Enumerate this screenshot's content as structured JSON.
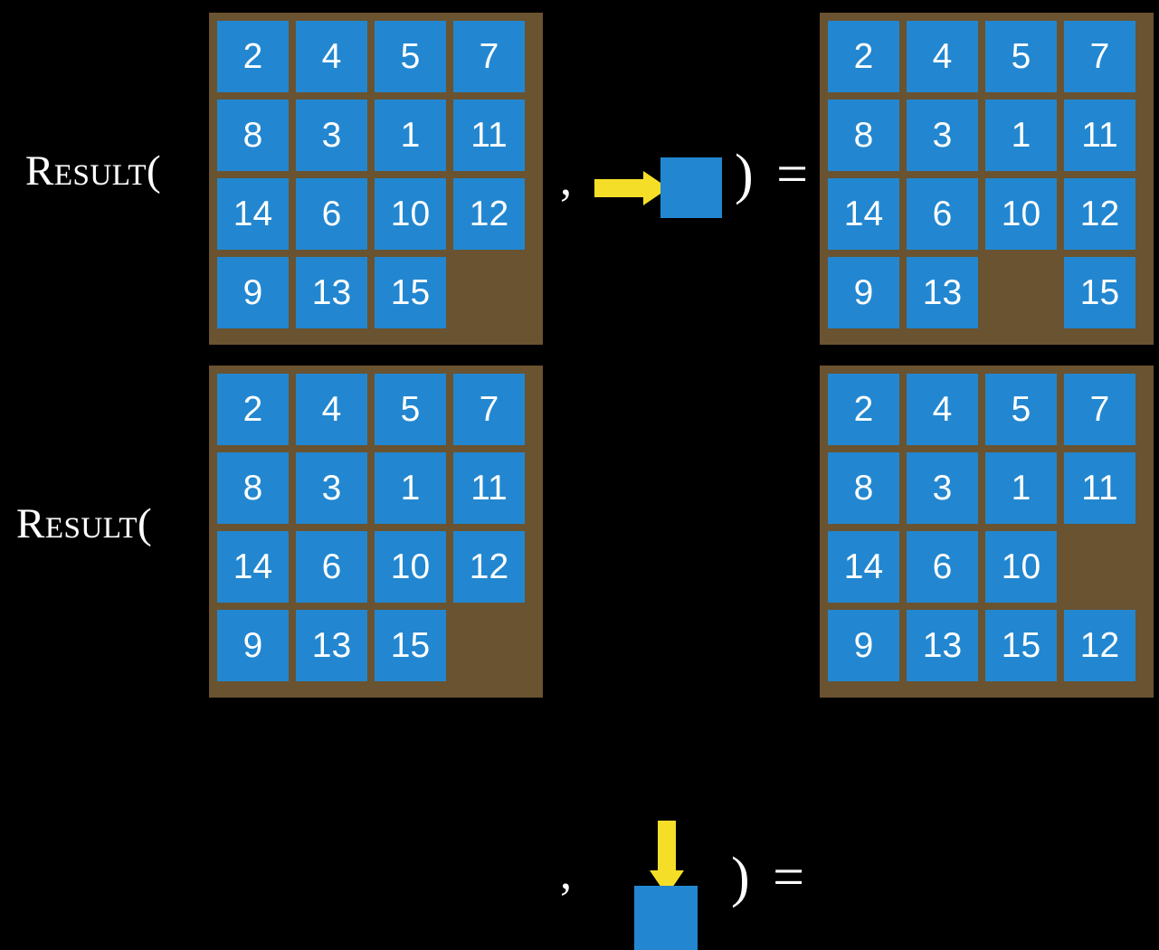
{
  "palette": {
    "background": "#000000",
    "board": "#6a5330",
    "tile": "#2287d0",
    "tile_text": "#ffffff",
    "arrow": "#f5de28",
    "text": "#ffffff"
  },
  "symbols": {
    "comma": ",",
    "close_paren_equals": ") =",
    "blank": ""
  },
  "rows": [
    {
      "id": "row-top",
      "label": "Result(",
      "operand_grid": {
        "columns": 4,
        "rows": 4,
        "cells": [
          "2",
          "4",
          "5",
          "7",
          "8",
          "3",
          "1",
          "11",
          "14",
          "6",
          "10",
          "12",
          "9",
          "13",
          "15",
          ""
        ]
      },
      "action": {
        "name": "move-right",
        "arrow_direction": "right",
        "arrow_color": "#f5de28",
        "tile_color": "#2287d0"
      },
      "result_grid": {
        "columns": 4,
        "rows": 4,
        "cells": [
          "2",
          "4",
          "5",
          "7",
          "8",
          "3",
          "1",
          "11",
          "14",
          "6",
          "10",
          "12",
          "9",
          "13",
          "",
          "15"
        ]
      }
    },
    {
      "id": "row-bottom",
      "label": "Result(",
      "operand_grid": {
        "columns": 4,
        "rows": 4,
        "cells": [
          "2",
          "4",
          "5",
          "7",
          "8",
          "3",
          "1",
          "11",
          "14",
          "6",
          "10",
          "12",
          "9",
          "13",
          "15",
          ""
        ]
      },
      "action": {
        "name": "move-down",
        "arrow_direction": "down",
        "arrow_color": "#f5de28",
        "tile_color": "#2287d0"
      },
      "result_grid": {
        "columns": 4,
        "rows": 4,
        "cells": [
          "2",
          "4",
          "5",
          "7",
          "8",
          "3",
          "1",
          "11",
          "14",
          "6",
          "10",
          "",
          "9",
          "13",
          "15",
          "12"
        ]
      }
    }
  ]
}
